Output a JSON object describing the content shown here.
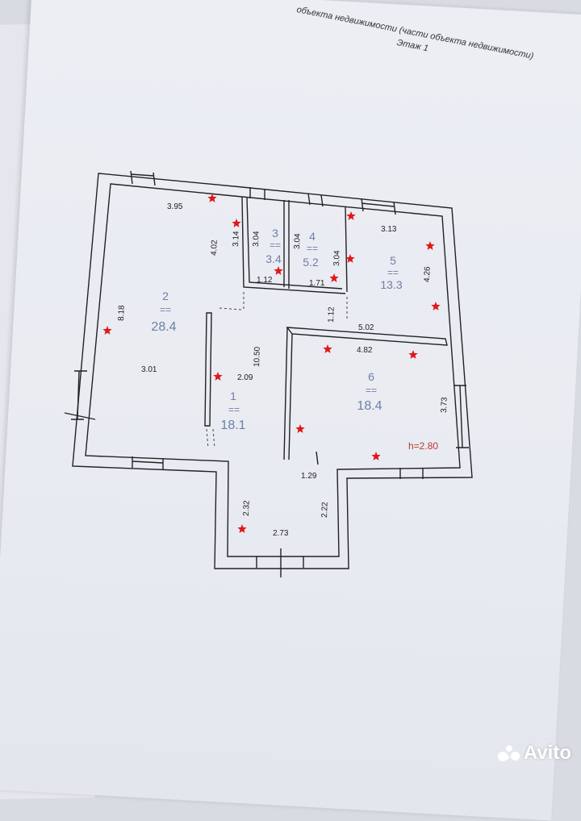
{
  "header": {
    "line1": "объекта недвижимости (части объекта недвижимости)",
    "line2": "Этаж 1"
  },
  "rooms": [
    {
      "number": "1",
      "area": "18.1"
    },
    {
      "number": "2",
      "area": "28.4"
    },
    {
      "number": "3",
      "area": "3.4"
    },
    {
      "number": "4",
      "area": "5.2"
    },
    {
      "number": "5",
      "area": "13.3"
    },
    {
      "number": "6",
      "area": "18.4"
    }
  ],
  "dimensions": [
    "3.95",
    "4.02",
    "3.14",
    "3.04",
    "3.04",
    "3.04",
    "1.12",
    "1.71",
    "3.13",
    "4.26",
    "8.18",
    "3.01",
    "2.09",
    "10.50",
    "1.12",
    "5.02",
    "4.82",
    "3.73",
    "1.29",
    "2.32",
    "2.22",
    "2.73"
  ],
  "ceiling_height": "h=2.80",
  "area_divider": "==",
  "watermark": "Avito",
  "colors": {
    "room_label": "#6d7fa8",
    "marker": "#e01818",
    "height_label": "#c0392b"
  }
}
